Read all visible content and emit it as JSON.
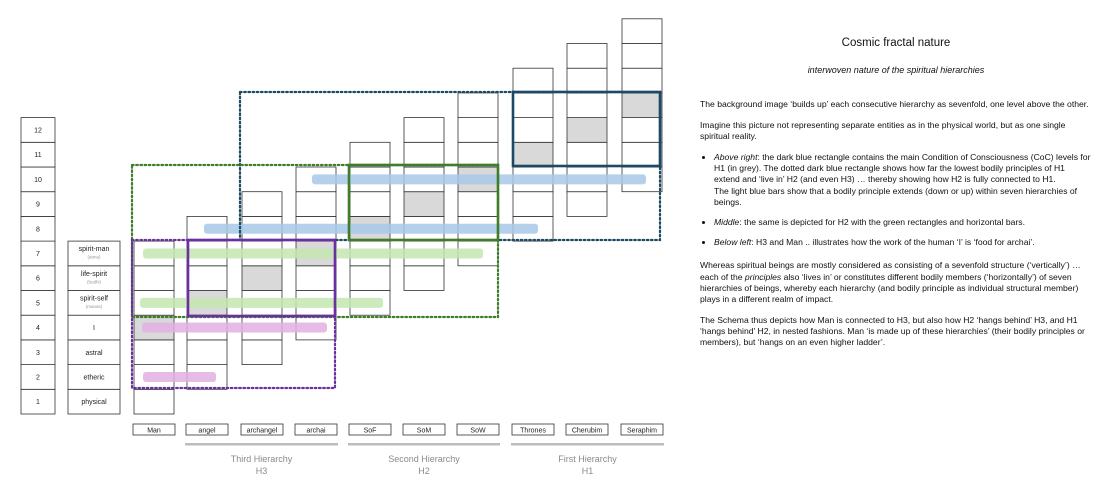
{
  "levels": [
    {
      "num": "1",
      "name": "physical",
      "sub": ""
    },
    {
      "num": "2",
      "name": "etheric",
      "sub": ""
    },
    {
      "num": "3",
      "name": "astral",
      "sub": ""
    },
    {
      "num": "4",
      "name": "I",
      "sub": ""
    },
    {
      "num": "5",
      "name": "spirit-self",
      "sub": "(manas)"
    },
    {
      "num": "6",
      "name": "life-spirit",
      "sub": "(budhi)"
    },
    {
      "num": "7",
      "name": "spirit-man",
      "sub": "(atma)"
    },
    {
      "num": "8",
      "name": "",
      "sub": ""
    },
    {
      "num": "9",
      "name": "",
      "sub": ""
    },
    {
      "num": "10",
      "name": "",
      "sub": ""
    },
    {
      "num": "11",
      "name": "",
      "sub": ""
    },
    {
      "num": "12",
      "name": "",
      "sub": ""
    }
  ],
  "beings": [
    {
      "label": "Man",
      "base": 1,
      "grey": 4
    },
    {
      "label": "angel",
      "base": 2,
      "grey": 5
    },
    {
      "label": "archangel",
      "base": 3,
      "grey": 6
    },
    {
      "label": "archai",
      "base": 4,
      "grey": 7
    },
    {
      "label": "SoF",
      "base": 5,
      "grey": 8
    },
    {
      "label": "SoM",
      "base": 6,
      "grey": 9
    },
    {
      "label": "SoW",
      "base": 7,
      "grey": 10
    },
    {
      "label": "Thrones",
      "base": 8,
      "grey": 11
    },
    {
      "label": "Cherubim",
      "base": 9,
      "grey": 12
    },
    {
      "label": "Seraphim",
      "base": 10,
      "grey": 13
    }
  ],
  "hierarchies": [
    {
      "name": "Third Hierarchy",
      "code": "H3",
      "from": 1,
      "to": 3
    },
    {
      "name": "Second Hierarchy",
      "code": "H2",
      "from": 4,
      "to": 6
    },
    {
      "name": "First Hierarchy",
      "code": "H1",
      "from": 7,
      "to": 9
    }
  ],
  "colors": {
    "h1": "#1b4a66",
    "h2": "#3f7d2a",
    "h3": "#6b2fa0",
    "blue_bar": "#a7c8e8",
    "green_bar": "#c4e6b0",
    "purple_bar": "#e2b0e2",
    "grey_cell": "#d9d9d9",
    "axis_grey": "#bdbdbd"
  },
  "title": "Cosmic fractal nature",
  "subtitle": "interwoven nature of the spiritual hierarchies",
  "intro": [
    "The background image ‘builds up’ each consecutive hierarchy as sevenfold, one level above the other.",
    "Imagine this picture not representing separate entities as in the physical world, but as one single spiritual reality."
  ],
  "bullets": [
    {
      "lead": "Above right",
      "text": ": the dark blue rectangle contains the main Condition of Consciousness (CoC) levels for H1 (in grey). The dotted dark blue rectangle shows how far the lowest bodily principles of H1 extend and ‘live in’ H2 (and even H3) … thereby showing how H2 is fully connected to H1.",
      "extra": "The light blue bars show that a bodily principle extends (down or up) within seven hierarchies of beings."
    },
    {
      "lead": "Middle",
      "text": ": the same is depicted for H2 with the green rectangles and horizontal bars.",
      "extra": ""
    },
    {
      "lead": "Below left",
      "text": ": H3 and Man .. illustrates how the work of the human ‘I’ is ‘food for archai’.",
      "extra": ""
    }
  ],
  "closing_1": {
    "pre": "Whereas spiritual beings are mostly considered as consisting of a sevenfold structure (‘vertically’) … each of the ",
    "em": "principles",
    "post": " also ‘lives in’ or constitutes different bodily members (‘horizontally’) of seven hierarchies of beings, whereby each hierarchy (and bodily principle as individual structural member) plays in a different realm of impact."
  },
  "closing_2": "The Schema thus depicts how Man is connected to H3, but also how H2 ‘hangs behind’ H3, and H1 ‘hangs behind’ H2, in nested fashions. Man ‘is made up of these hierarchies’ (their bodily principles or members), but ‘hangs on an even higher ladder’."
}
